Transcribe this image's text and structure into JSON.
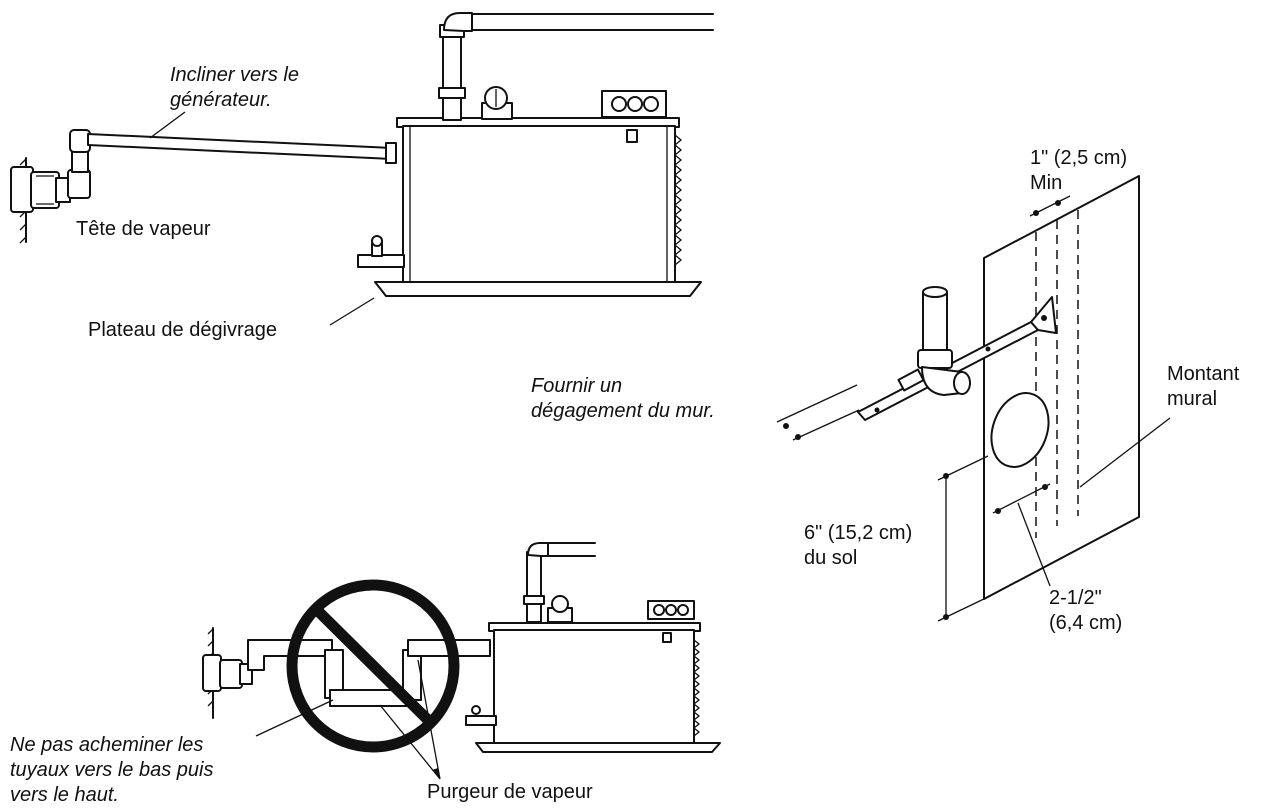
{
  "labels": {
    "slope": "Incliner vers le\ngénérateur.",
    "steam_head": "Tête de vapeur",
    "drip_pan": "Plateau de dégivrage",
    "clearance": "Fournir un\ndégagement du mur.",
    "min_spacing": "1\" (2,5 cm)\nMin",
    "wall_stud": "Montant\nmural",
    "floor_height": "6\" (15,2 cm)\ndu sol",
    "hole_dim": "2-1/2\"\n(6,4 cm)",
    "no_down_up": "Ne pas acheminer les\ntuyaux vers le bas puis\nvers le haut.",
    "steam_trap": "Purgeur de vapeur"
  }
}
